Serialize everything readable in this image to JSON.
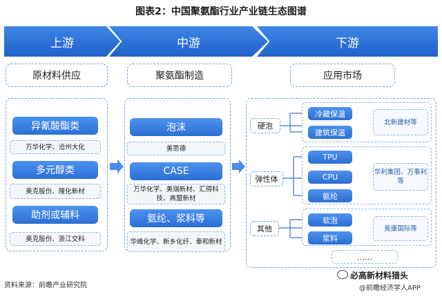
{
  "title": "图表2：中国聚氨酯行业产业链生态图谱",
  "stages": [
    "上游",
    "中游",
    "下游"
  ],
  "upstream": {
    "header": "原材料供应",
    "items": [
      {
        "label": "异氰酸酯类",
        "companies": "万华化学、沧州大化"
      },
      {
        "label": "多元醇类",
        "companies": "奥克股份、隆化新材"
      },
      {
        "label": "助剂或辅料",
        "companies": "奥克股份、浙江交科"
      }
    ]
  },
  "midstream": {
    "header": "聚氨酯制造",
    "items": [
      {
        "label": "泡沫",
        "companies": "美思德"
      },
      {
        "label": "CASE",
        "companies": "万华化学、美瑞新材、汇得科技、高盟新材"
      },
      {
        "label": "氨纶、浆料等",
        "companies": "华峰化学、新乡化纤、泰和新材"
      }
    ]
  },
  "downstream": {
    "header": "应用市场",
    "categories": [
      {
        "label": "硬泡",
        "apps": [
          "冷藏保温",
          "建筑保温"
        ],
        "companies": "北新建材等"
      },
      {
        "label": "弹性体",
        "apps": [
          "TPU",
          "CPU",
          "氨纶"
        ],
        "companies": "华利集团、万事利等"
      },
      {
        "label": "其他",
        "apps": [
          "软泡",
          "浆料"
        ],
        "companies": "奥康国际等"
      }
    ],
    "more": "……"
  },
  "footer": {
    "source": "资料来源：前瞻产业研究院",
    "watermark1": "必高新材料猎头",
    "watermark2": "@前瞻经济学人APP"
  },
  "colors": {
    "accent": "#2b6fd4",
    "border": "#6e9fd6"
  }
}
